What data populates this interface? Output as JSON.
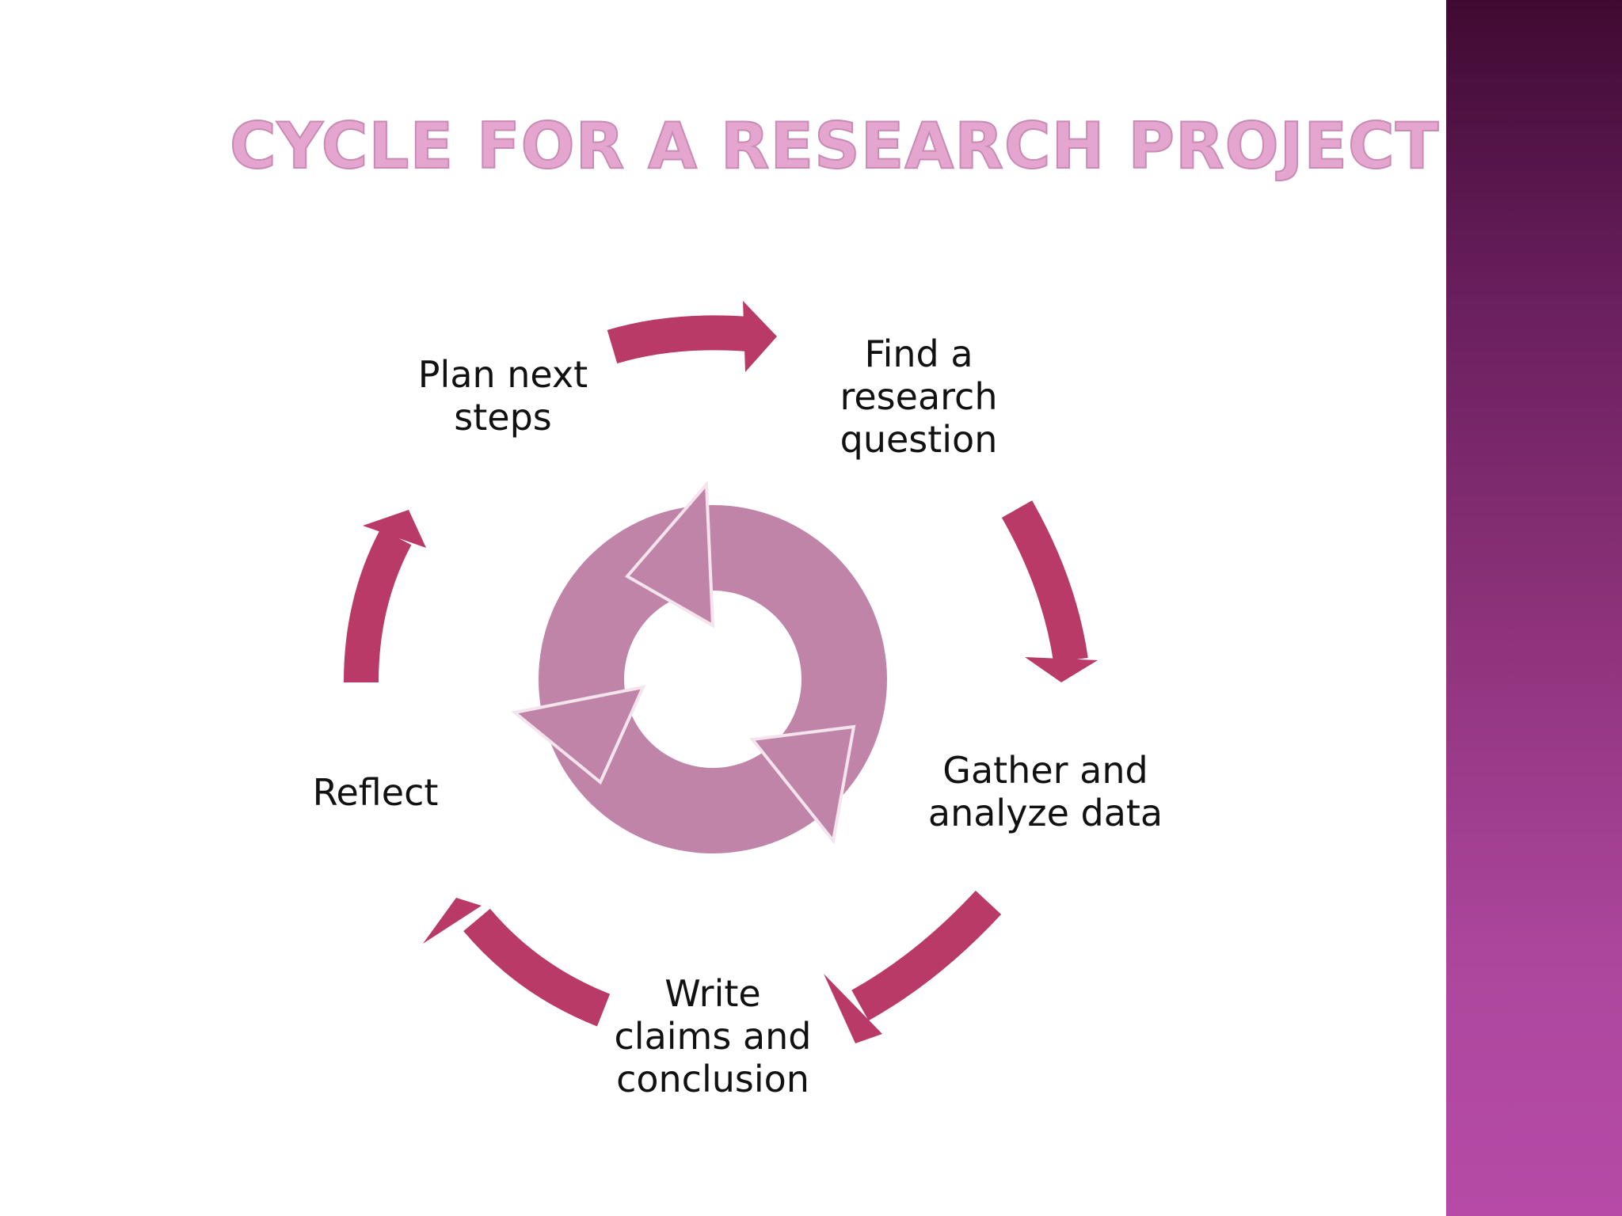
{
  "title": "CYCLE FOR A RESEARCH PROJECT",
  "steps": [
    {
      "label": "Find a\nresearch\nquestion"
    },
    {
      "label": "Gather and\nanalyze data"
    },
    {
      "label": "Write\nclaims and\nconclusion"
    },
    {
      "label": "Reflect"
    },
    {
      "label": "Plan next\nsteps"
    }
  ],
  "colors": {
    "title": "#e4a6cf",
    "arrow": "#b93a67",
    "center_icon": "#c084a8",
    "sidebar_top": "#3f0a32",
    "sidebar_bottom": "#b64aa6"
  },
  "icons": {
    "center": "recycle-cycle-icon",
    "arrows": "curved-arrow-icon"
  }
}
